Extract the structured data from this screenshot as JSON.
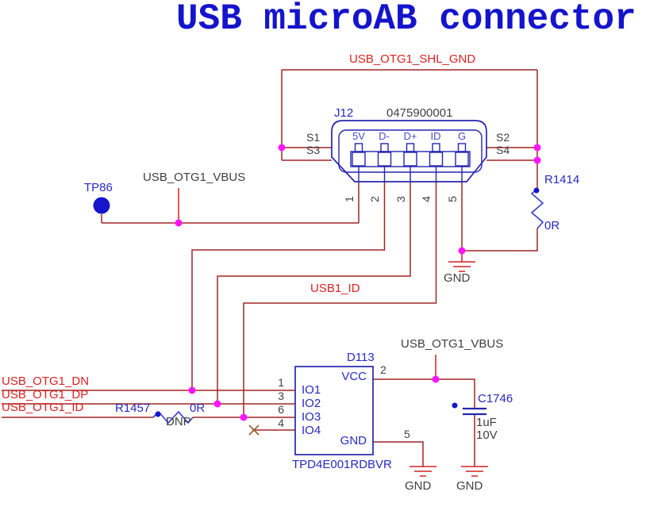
{
  "title": "USB microAB connector",
  "colors": {
    "title-blue": "#1414cc",
    "label-red": "#de1f1f",
    "comp-blue": "#2929c4",
    "pin-blue": "#4a4ad0",
    "dark": "#3f3f3f",
    "wire": "#a02525",
    "stub-red": "#d42020",
    "navy": "#2525b0",
    "zig-blue": "#3a3acc",
    "magenta": "#ff14ff",
    "dot-blue": "#1515cc",
    "nc-brown": "#996633"
  },
  "nets": {
    "shl_gnd": "USB_OTG1_SHL_GND",
    "vbus": "USB_OTG1_VBUS",
    "usb1_id": "USB1_ID",
    "otg1_dn": "USB_OTG1_DN",
    "otg1_dp": "USB_OTG1_DP",
    "otg1_id": "USB_OTG1_ID",
    "gnd": "GND"
  },
  "connector": {
    "refdes": "J12",
    "part_number": "0475900001",
    "shield_pins": {
      "s1": "S1",
      "s2": "S2",
      "s3": "S3",
      "s4": "S4"
    },
    "pin_labels": [
      "5V",
      "D-",
      "D+",
      "ID",
      "G"
    ],
    "pin_numbers": [
      "1",
      "2",
      "3",
      "4",
      "5"
    ]
  },
  "test_point": {
    "refdes": "TP86"
  },
  "r1414": {
    "refdes": "R1414",
    "value": "0R"
  },
  "r1457": {
    "refdes": "R1457",
    "value": "0R",
    "assembly": "DNP"
  },
  "c1746": {
    "refdes": "C1746",
    "value": "1uF",
    "voltage": "10V"
  },
  "d113": {
    "refdes": "D113",
    "part_number": "TPD4E001RDBVR",
    "left_pins": [
      {
        "num": "1",
        "name": "IO1"
      },
      {
        "num": "3",
        "name": "IO2"
      },
      {
        "num": "6",
        "name": "IO3"
      },
      {
        "num": "4",
        "name": "IO4"
      }
    ],
    "vcc_pin": {
      "num": "2",
      "name": "VCC"
    },
    "gnd_pin": {
      "num": "5",
      "name": "GND"
    }
  }
}
